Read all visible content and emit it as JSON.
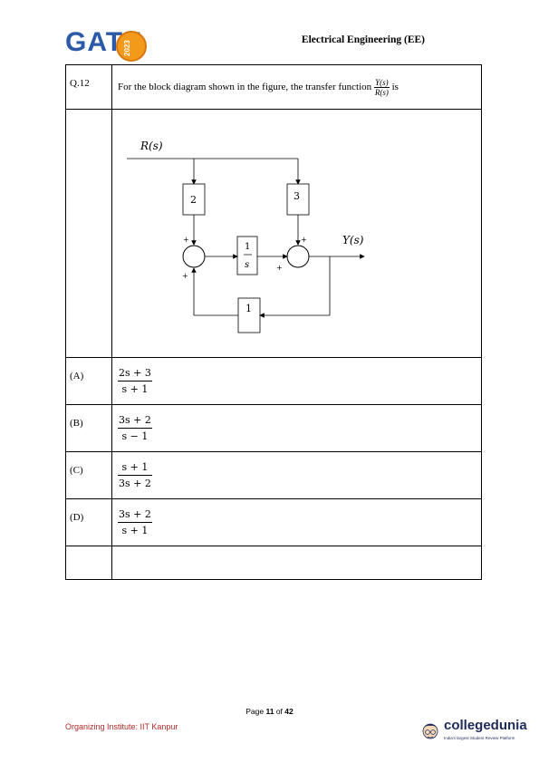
{
  "header": {
    "logo_text": "GATE",
    "logo_year": "2023",
    "subject": "Electrical Engineering (EE)"
  },
  "question": {
    "number": "Q.12",
    "text": "For the block diagram shown in the figure, the transfer function",
    "tf_num": "Y(s)",
    "tf_den": "R(s)",
    "text_end": "is"
  },
  "diagram": {
    "input_label": "R(s)",
    "output_label": "Y(s)",
    "block_left": "2",
    "block_right": "3",
    "block_integrator_num": "1",
    "block_integrator_den": "s",
    "block_feedback": "1",
    "sign_plus": "+"
  },
  "options": [
    {
      "label": "(A)",
      "num": "2s + 3",
      "den": "s + 1"
    },
    {
      "label": "(B)",
      "num": "3s + 2",
      "den": "s − 1"
    },
    {
      "label": "(C)",
      "num": "s + 1",
      "den": "3s + 2"
    },
    {
      "label": "(D)",
      "num": "3s + 2",
      "den": "s + 1"
    }
  ],
  "footer": {
    "page_prefix": "Page ",
    "page_current": "11",
    "page_mid": " of ",
    "page_total": "42",
    "organizer": "Organizing Institute: IIT Kanpur",
    "brand_name": "collegedunia",
    "brand_tagline": "India's largest Student Review Platform"
  }
}
